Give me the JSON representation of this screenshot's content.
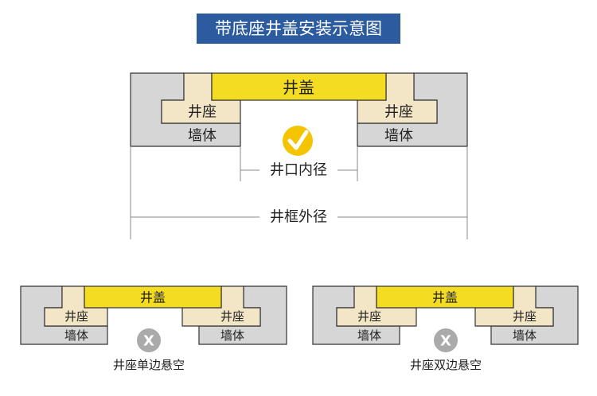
{
  "title": "带底座井盖安装示意图",
  "labels": {
    "lid": "井盖",
    "seat": "井座",
    "wall": "墙体"
  },
  "main": {
    "inner_diameter": "井口内径",
    "outer_diameter": "井框外径",
    "status_icon": "check-icon"
  },
  "wrong_cases": [
    {
      "caption": "井座单边悬空",
      "status_icon": "x-icon",
      "mark": "X"
    },
    {
      "caption": "井座双边悬空",
      "status_icon": "x-icon",
      "mark": "X"
    }
  ],
  "colors": {
    "title_bg": "#2d5b9f",
    "lid": "#f4dc22",
    "seat": "#f3e6c6",
    "wall": "#d6d6d6",
    "check": "#f5c400",
    "cross": "#aaaaaa"
  }
}
